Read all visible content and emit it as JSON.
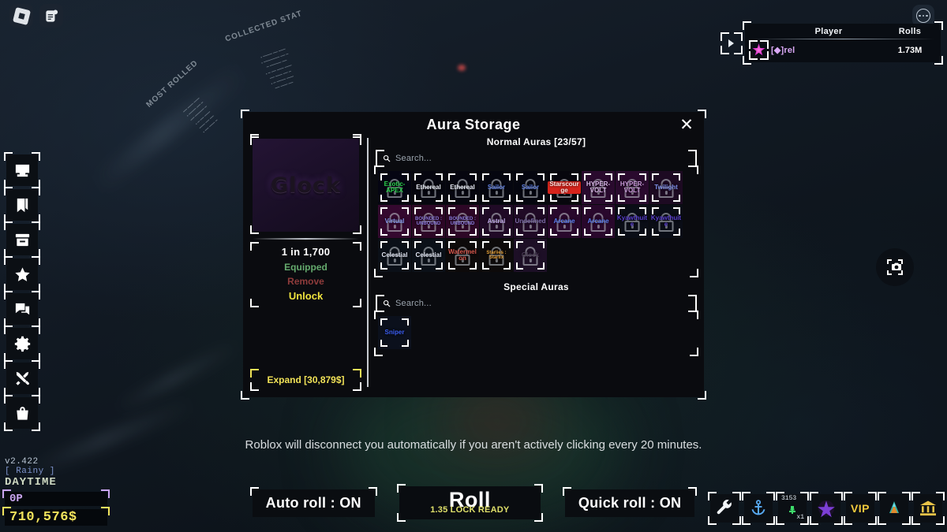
{
  "topbar": {
    "roblox_logo_icon": "roblox-logo-icon",
    "chat_icon": "chat-notification-icon",
    "more_icon": "more-options-icon"
  },
  "leaderboard": {
    "toggle_icon": "leaderboard-toggle-icon",
    "columns": {
      "player": "Player",
      "rolls": "Rolls"
    },
    "rows": [
      {
        "avatar_icon": "player-star-avatar-icon",
        "name": "[◆]rel",
        "rolls": "1.73M"
      }
    ]
  },
  "sidebar": {
    "items": [
      {
        "icon": "inbox-icon",
        "label": "Inbox"
      },
      {
        "icon": "bookmark-icon",
        "label": "Index"
      },
      {
        "icon": "archive-box-icon",
        "label": "Storage"
      },
      {
        "icon": "star-icon",
        "label": "Favorites"
      },
      {
        "icon": "chat-bubbles-icon",
        "label": "Chat"
      },
      {
        "icon": "gear-icon",
        "label": "Settings"
      },
      {
        "icon": "crossed-tools-icon",
        "label": "Craft"
      },
      {
        "icon": "shopping-bag-icon",
        "label": "Shop"
      }
    ]
  },
  "camera_button": {
    "icon": "camera-capture-icon"
  },
  "hud": {
    "version": "v2.422",
    "weather": "[ Rainy ]",
    "daytime": "DAYTIME",
    "potential": "0P",
    "money": "710,576$"
  },
  "background_signs": [
    {
      "title": "COLLECTED STAT",
      "body": "......"
    },
    {
      "title": "MOST ROLLED",
      "body": "......"
    }
  ],
  "warning": {
    "text": "Roblox will disconnect you automatically if you aren't actively clicking every 20 minutes."
  },
  "rollbar": {
    "auto_roll": "Auto roll : ON",
    "roll": "Roll",
    "roll_sub": "1.35 LOCK READY",
    "quick_roll": "Quick roll : ON"
  },
  "tray": {
    "items": [
      {
        "icon": "wrench-icon",
        "label": "Tools",
        "accent": "white"
      },
      {
        "icon": "anchor-icon",
        "label": "Anchor",
        "accent": "blue"
      },
      {
        "icon": "potion-icon",
        "label": "Potion",
        "accent": "white",
        "count_top": "3153",
        "count_mult": "x1"
      },
      {
        "icon": "pentagram-icon",
        "label": "Ritual",
        "accent": "white"
      },
      {
        "icon": "vip-icon",
        "label": "VIP",
        "accent": "gold"
      },
      {
        "icon": "aurora-tree-icon",
        "label": "Aurora",
        "accent": "white"
      },
      {
        "icon": "bank-icon",
        "label": "Bank",
        "accent": "gold"
      }
    ]
  },
  "modal": {
    "title": "Aura Storage",
    "close_icon": "close-icon",
    "preview": {
      "name": "Glock",
      "rate": "1 in 1,700",
      "equipped_label": "Equipped",
      "remove_label": "Remove",
      "unlock_label": "Unlock",
      "expand_label": "Expand [30,879$]"
    },
    "normal_section": {
      "title": "Normal Auras [23/57]",
      "search_icon": "search-icon",
      "search_placeholder": "Search...",
      "items": [
        {
          "label": "Exotic-APEX",
          "text_color": "#2bd44f",
          "bg": "#050512",
          "brk": "#2f43c9"
        },
        {
          "label": "Ethereal",
          "text_color": "#e9ecf5",
          "bg": "#06060f",
          "brk": "#2f43c9"
        },
        {
          "label": "Ethereal",
          "text_color": "#e9ecf5",
          "bg": "#06060f",
          "brk": "#2f43c9"
        },
        {
          "label": "Sailor",
          "text_color": "#5f7fe0",
          "bg": "#05060f",
          "brk": "#2f43c9"
        },
        {
          "label": "Sailor",
          "text_color": "#5f7fe0",
          "bg": "#05060f",
          "brk": "#2f43c9"
        },
        {
          "label": "Starscourge",
          "text_color": "#ffe4e0",
          "bg": "#07060d",
          "brk": "#2f43c9",
          "chip": "#d6241c"
        },
        {
          "label": "HYPER-VOLT",
          "text_color": "#d9b9e8",
          "bg": "#2a0a2e",
          "brk": "#d44ad0"
        },
        {
          "label": "HYPER-VOLT",
          "text_color": "#c79ad8",
          "bg": "#2a0a2e",
          "brk": "#d44ad0"
        },
        {
          "label": "Twilight",
          "text_color": "#7f8fe8",
          "bg": "#1d0a22",
          "brk": "#d44ad0"
        },
        {
          "label": "Virtual",
          "text_color": "#8a9bf0",
          "bg": "#34082f",
          "brk": "#e04ad8"
        },
        {
          "label": "BOUNDED : UNBOUND",
          "text_color": "#8e7de0",
          "bg": "#2d0726",
          "brk": "#e04ad8"
        },
        {
          "label": "BOUNDED : UNBOUND",
          "text_color": "#8e7de0",
          "bg": "#2d0726",
          "brk": "#e04ad8"
        },
        {
          "label": "Astral",
          "text_color": "#c0a6e8",
          "bg": "#200a26",
          "brk": "#d44ad0"
        },
        {
          "label": "Undefined",
          "text_color": "#7c6aa8",
          "bg": "#200a26",
          "brk": "#d44ad0"
        },
        {
          "label": "Arcane",
          "text_color": "#5c7cf0",
          "bg": "#29082c",
          "brk": "#d44ad0"
        },
        {
          "label": "Arcane",
          "text_color": "#5c7cf0",
          "bg": "#29082c",
          "brk": "#d44ad0"
        },
        {
          "label": "Kyawthuite",
          "text_color": "#5a3fd0",
          "bg": "#0a0d16",
          "brk": "#3d72c9"
        },
        {
          "label": "Kyawthuite",
          "text_color": "#5a3fd0",
          "bg": "#0a0d16",
          "brk": "#3d72c9"
        },
        {
          "label": "Celestial",
          "text_color": "#dfe4f2",
          "bg": "#0b1018",
          "brk": "#3d72c9"
        },
        {
          "label": "Celestial",
          "text_color": "#dfe4f2",
          "bg": "#0b1018",
          "brk": "#3d72c9"
        },
        {
          "label": "Watermelon",
          "text_color": "#d8584e",
          "bg": "#0d0a0a",
          "brk": "#c4a24a"
        },
        {
          "label": "Starlies : Starlix",
          "text_color": "#e8a23a",
          "bg": "#0d0a0a",
          "brk": "#c4a24a"
        },
        {
          "label": "Glock",
          "text_color": "#4a3a55",
          "bg": "#1d0f26",
          "brk": "#c14ae0"
        }
      ]
    },
    "special_section": {
      "title": "Special Auras",
      "search_icon": "search-icon",
      "search_placeholder": "Search...",
      "items": [
        {
          "label": "Sniper",
          "text_color": "#3b5df0",
          "bg": "#0b101c",
          "brk": "#e8eef7",
          "unlocked": true
        }
      ]
    }
  }
}
